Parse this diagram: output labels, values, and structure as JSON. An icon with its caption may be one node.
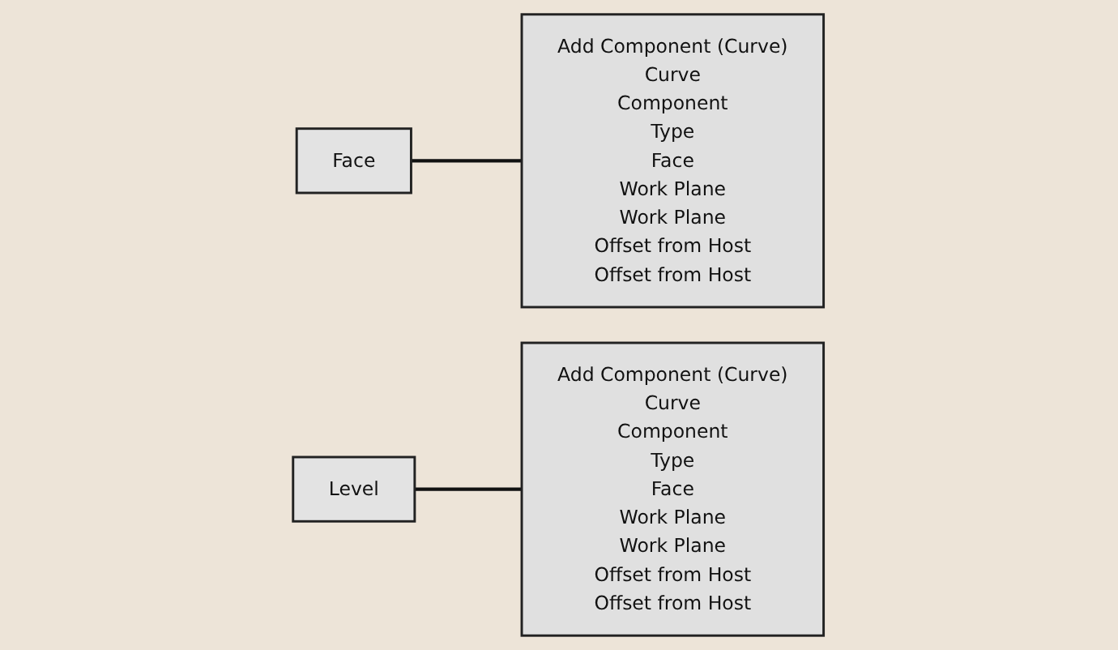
{
  "diagram": {
    "nodes": [
      {
        "text": [
          "Face"
        ]
      },
      {
        "text": [
          "Add Component (Curve)",
          "Curve",
          "Component",
          "Type",
          "Face",
          "Work Plane",
          "Work Plane",
          "Offset from Host",
          "Offset from Host"
        ]
      },
      {
        "text": [
          "Level"
        ]
      },
      {
        "text": [
          "Add Component (Curve)",
          "Curve",
          "Component",
          "Type",
          "Face",
          "Work Plane",
          "Work Plane",
          "Offset from Host",
          "Offset from Host"
        ]
      }
    ],
    "edges": [
      {
        "from": 0,
        "to": 1,
        "arrow": "none"
      },
      {
        "from": 2,
        "to": 3,
        "arrow": "none"
      }
    ]
  }
}
